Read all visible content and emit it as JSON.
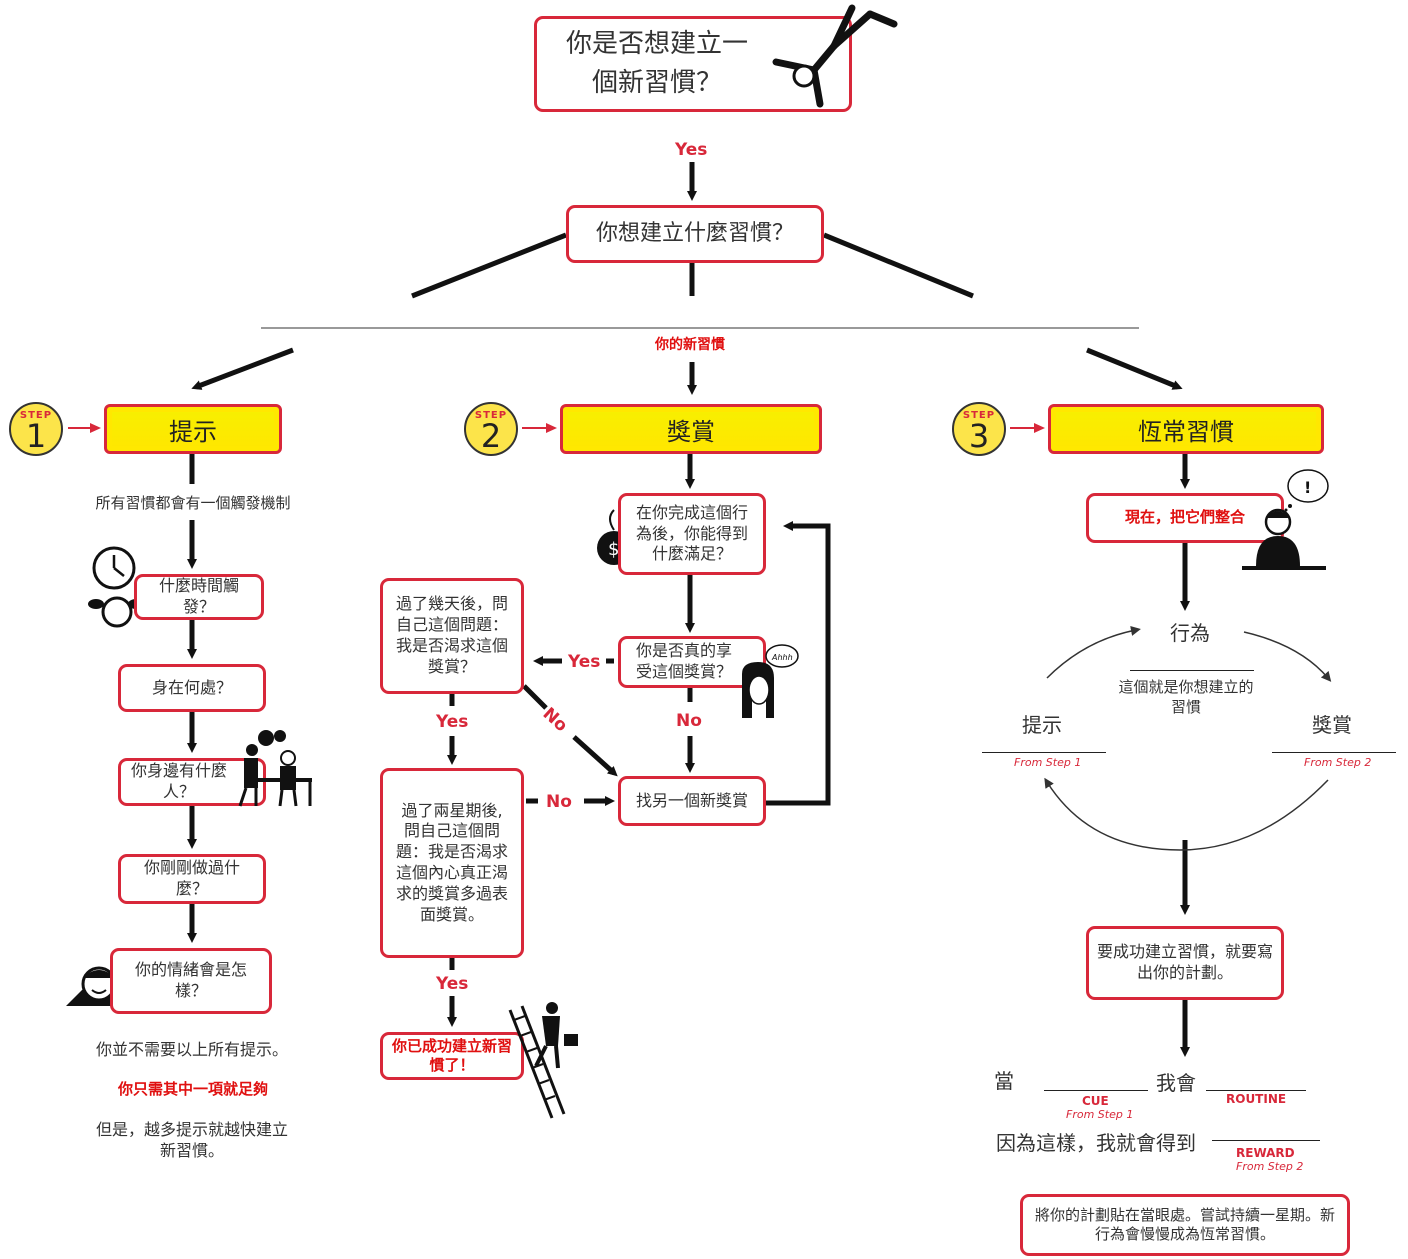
{
  "top": {
    "question": "你是否想建立一個新習慣？",
    "yes": "Yes",
    "what": "你想建立什麼習慣？",
    "new_habit": "你的新習慣"
  },
  "step1": {
    "badge": "STEP",
    "num": "1",
    "title": "提示",
    "intro": "所有習慣都會有一個觸發機制",
    "q_time": "什麼時間觸發？",
    "q_where": "身在何處？",
    "q_who": "你身邊有什麼人？",
    "q_did": "你剛剛做過什麼？",
    "q_emotion": "你的情緒會是怎樣？",
    "note1": "你並不需要以上所有提示。",
    "note2": "你只需其中一項就足夠",
    "note3": "但是，越多提示就越快建立新習慣。"
  },
  "step2": {
    "badge": "STEP",
    "num": "2",
    "title": "獎賞",
    "q_satisfy": "在你完成這個行為後，你能得到什麼滿足？",
    "q_enjoy": "你是否真的享受這個獎賞？",
    "few_days": "過了幾天後，問自己這個問題：我是否渴求這個獎賞？",
    "two_weeks": "過了兩星期後, 問自己這個問題：我是否渴求這個內心真正渴求的獎賞多過表面獎賞。",
    "find_other": "找另一個新獎賞",
    "success": "你已成功建立新習慣了！",
    "yes": "Yes",
    "no": "No",
    "speech": "Ahhh"
  },
  "step3": {
    "badge": "STEP",
    "num": "3",
    "title": "恆常習慣",
    "combine": "現在，把它們整合",
    "behavior": "行為",
    "behavior_desc": "這個就是你想建立的習慣",
    "cue": "提示",
    "reward": "獎賞",
    "from1": "From Step 1",
    "from2": "From Step 2",
    "plan": "要成功建立習慣，就要寫出你的計劃。",
    "when": "當",
    "i_will": "我會",
    "cue_cap": "CUE",
    "routine_cap": "ROUTINE",
    "because": "因為這樣，我就會得到",
    "reward_cap": "REWARD",
    "final": "將你的計劃貼在當眼處。嘗試持續一星期。新行為會慢慢成為恆常習慣。"
  }
}
